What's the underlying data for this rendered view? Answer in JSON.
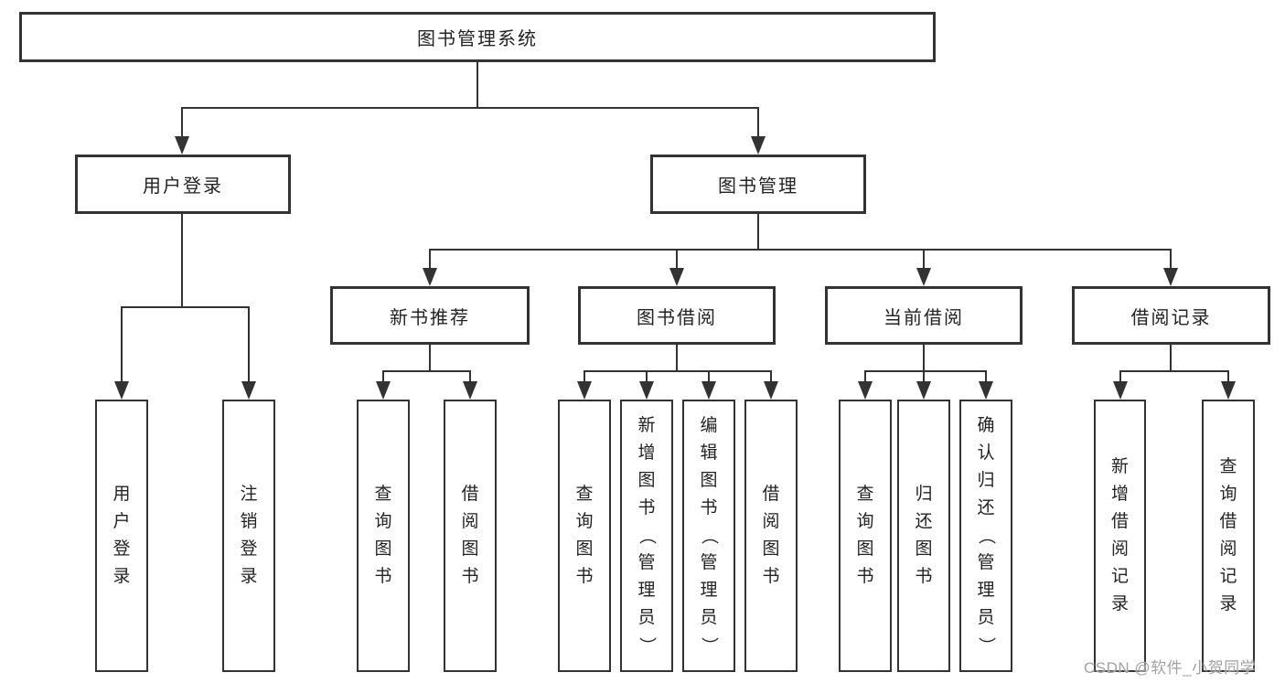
{
  "colors": {
    "line": "#333333",
    "box_border": "#333333",
    "box_fill": "#ffffff",
    "text": "#232323",
    "watermark": "#a2a2a2",
    "background": "#ffffff"
  },
  "watermark": {
    "text": "CSDN @软件_小贺同学"
  },
  "tree": {
    "label": "图书管理系统",
    "children": [
      {
        "label": "用户登录",
        "children": [
          {
            "label": "用户登录"
          },
          {
            "label": "注销登录"
          }
        ]
      },
      {
        "label": "图书管理",
        "children": [
          {
            "label": "新书推荐",
            "children": [
              {
                "label": "查询图书"
              },
              {
                "label": "借阅图书"
              }
            ]
          },
          {
            "label": "图书借阅",
            "children": [
              {
                "label": "查询图书"
              },
              {
                "label": "新增图书（管理员）"
              },
              {
                "label": "编辑图书（管理员）"
              },
              {
                "label": "借阅图书"
              }
            ]
          },
          {
            "label": "当前借阅",
            "children": [
              {
                "label": "查询图书"
              },
              {
                "label": "归还图书"
              },
              {
                "label": "确认归还（管理员）"
              }
            ]
          },
          {
            "label": "借阅记录",
            "children": [
              {
                "label": "新增借阅记录"
              },
              {
                "label": "查询借阅记录"
              }
            ]
          }
        ]
      }
    ]
  }
}
